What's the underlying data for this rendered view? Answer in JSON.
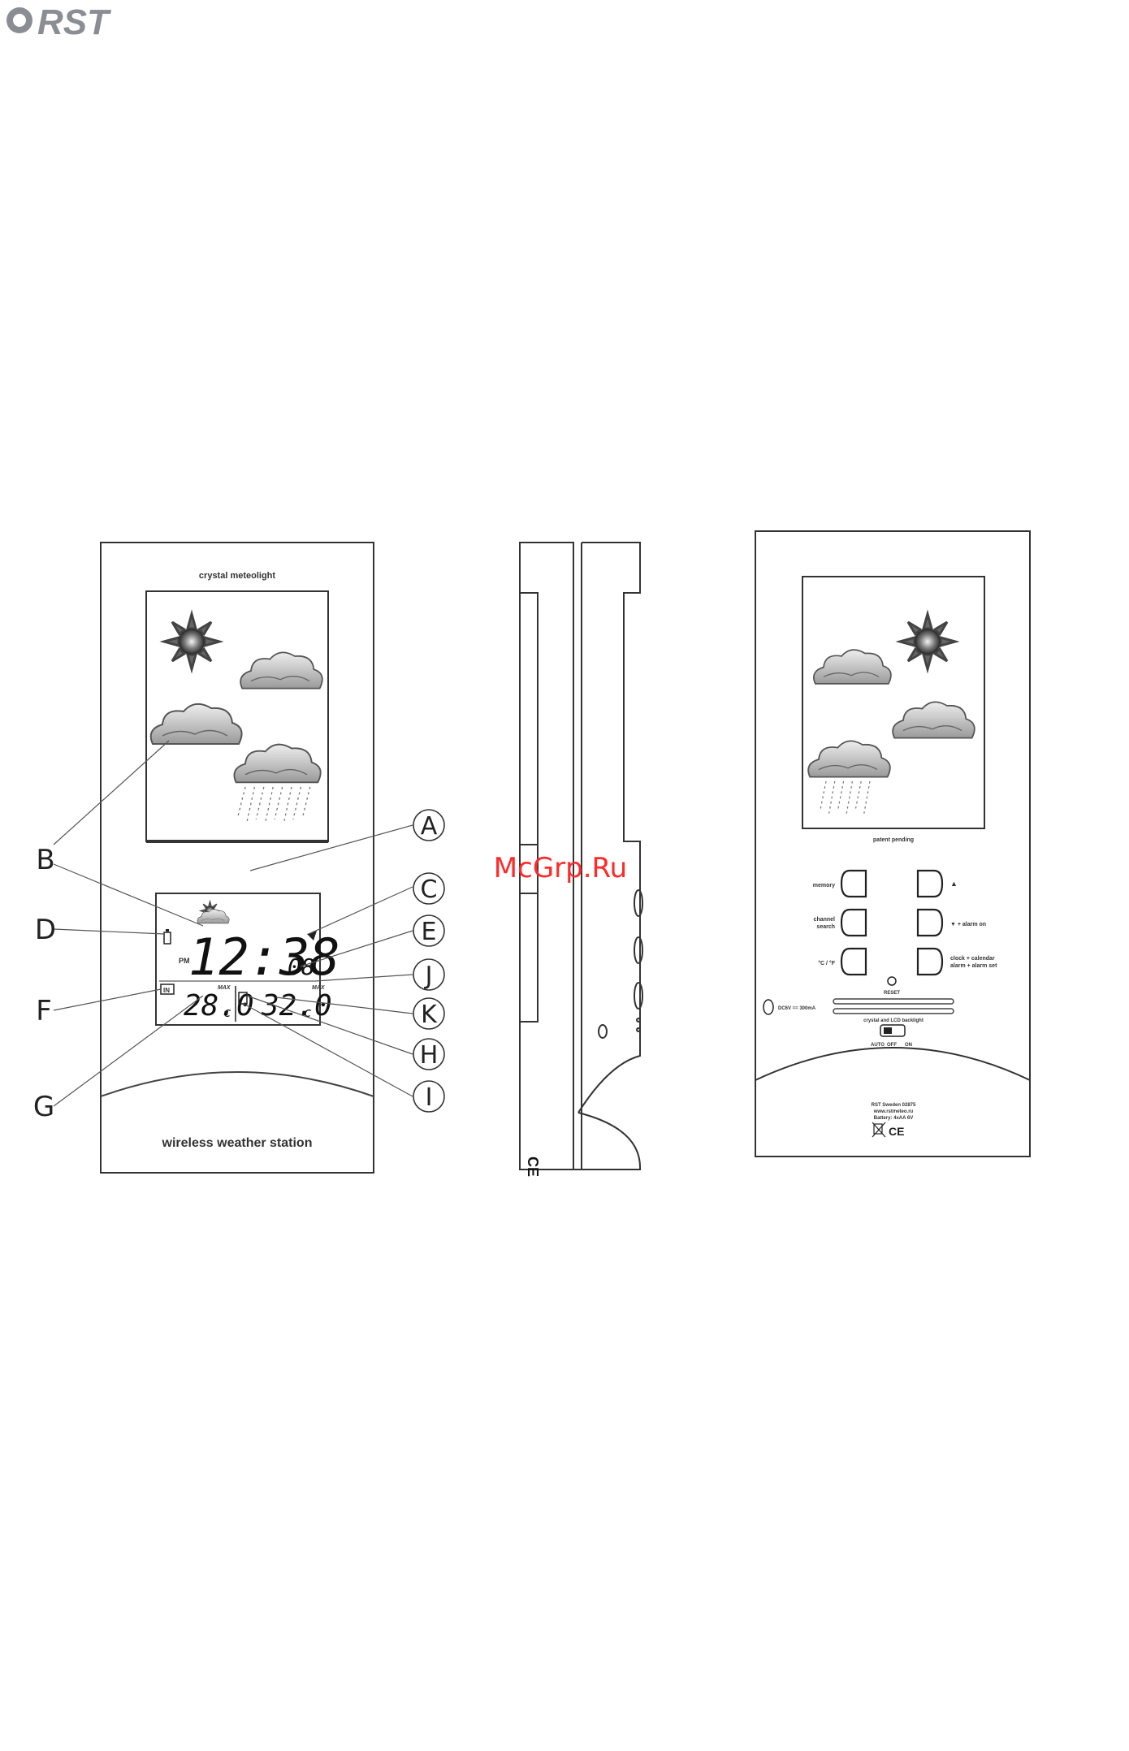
{
  "brand": {
    "logo_text": "RST",
    "logo_color": "#8a8d93"
  },
  "watermark": {
    "text": "McGrp.Ru",
    "color": "#ff2a2a"
  },
  "front": {
    "top_label": "crystal meteolight",
    "bottom_label": "wireless weather station",
    "lcd": {
      "pm": "PM",
      "time": "12:38",
      "seconds": "08",
      "in_badge": "IN",
      "indoor_temp": "28.0",
      "indoor_unit": "c",
      "outdoor_temp": "32.0",
      "outdoor_unit": "c",
      "max_left": "MAX",
      "max_right": "MAX"
    },
    "callouts": [
      "A",
      "B",
      "C",
      "D",
      "E",
      "F",
      "G",
      "H",
      "I",
      "J",
      "K"
    ]
  },
  "side": {
    "mark": "CE"
  },
  "back": {
    "patent": "patent pending",
    "buttons": {
      "memory": "memory",
      "channel_search_1": "channel",
      "channel_search_2": "search",
      "unit_toggle": "°C / °F",
      "up": "▲",
      "down_alarm": "▼ + alarm on",
      "clock_1": "clock + calendar",
      "clock_2": "alarm + alarm set"
    },
    "reset": "RESET",
    "power": "DC6V == 300mA",
    "backlight": "crystal and LCD backlight",
    "switch_auto": "AUTO",
    "switch_off": "OFF",
    "switch_on": "ON",
    "maker_1": "RST Sweden 02875",
    "maker_2": "www.rstmeteo.ru",
    "maker_3": "Battery: 4xAA 6V",
    "cert": "CE"
  }
}
